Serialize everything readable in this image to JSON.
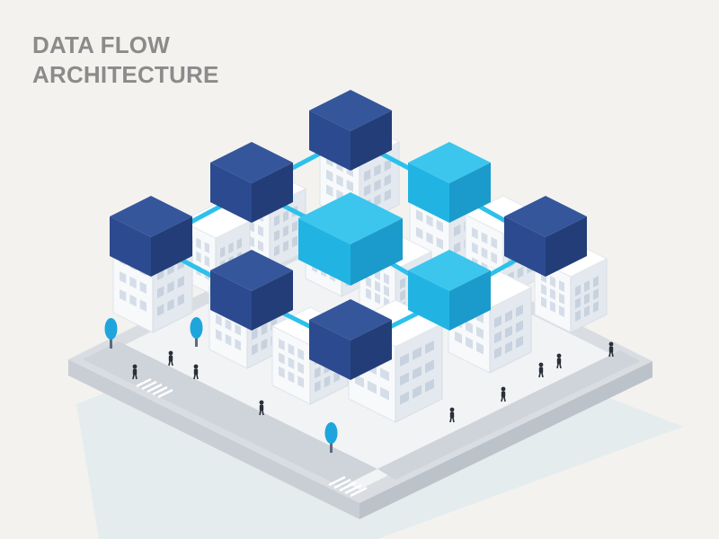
{
  "title": {
    "line1": "DATA FLOW",
    "line2": "ARCHITECTURE"
  },
  "colors": {
    "background": "#f3f2ef",
    "title": "#8b8b8b",
    "node_dark": "#2c4a8f",
    "node_light": "#21b4e3",
    "connector": "#2cc1ea",
    "building": "#eef2f6",
    "road": "#d5d9de",
    "tree": "#1ea5dc",
    "person": "#2a2f38"
  },
  "diagram": {
    "nodes": [
      {
        "id": "n-top",
        "tone": "dark"
      },
      {
        "id": "n-upper-left",
        "tone": "dark"
      },
      {
        "id": "n-upper-right",
        "tone": "light"
      },
      {
        "id": "n-left",
        "tone": "dark"
      },
      {
        "id": "n-center",
        "tone": "light"
      },
      {
        "id": "n-right",
        "tone": "dark"
      },
      {
        "id": "n-lower-left",
        "tone": "dark"
      },
      {
        "id": "n-lower-right",
        "tone": "light"
      },
      {
        "id": "n-bottom",
        "tone": "dark"
      }
    ],
    "links": [
      [
        "n-upper-left",
        "n-top"
      ],
      [
        "n-top",
        "n-upper-right"
      ],
      [
        "n-left",
        "n-upper-left"
      ],
      [
        "n-upper-right",
        "n-right"
      ],
      [
        "n-left",
        "n-lower-left"
      ],
      [
        "n-lower-left",
        "n-bottom"
      ],
      [
        "n-bottom",
        "n-lower-right"
      ],
      [
        "n-lower-right",
        "n-right"
      ],
      [
        "n-center",
        "n-upper-left"
      ],
      [
        "n-center",
        "n-lower-right"
      ]
    ],
    "tree_count": 3,
    "person_count": 9
  }
}
